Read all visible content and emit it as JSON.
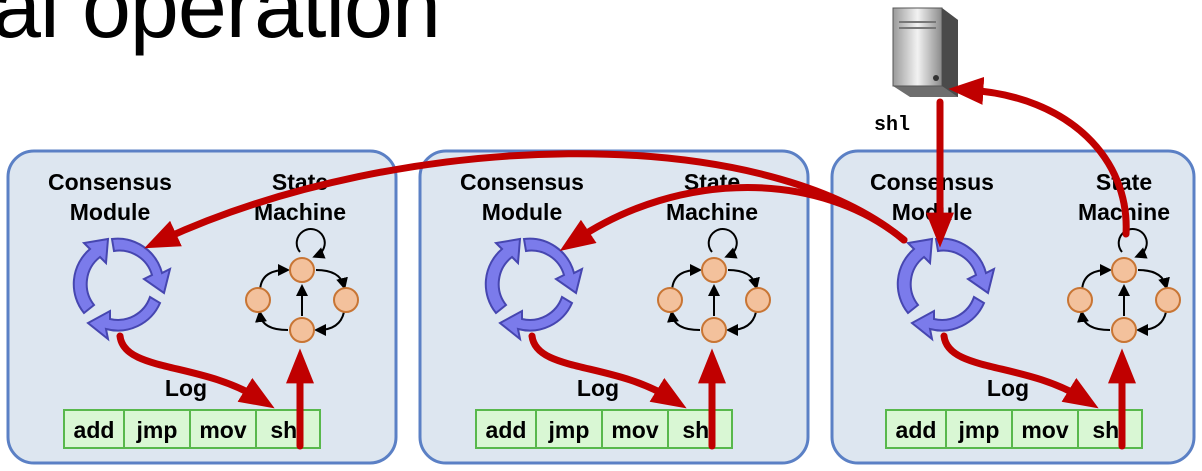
{
  "title": "al operation",
  "client": {
    "command_label": "shl"
  },
  "servers": [
    {
      "consensus_line1": "Consensus",
      "consensus_line2": "Module",
      "state_line1": "State",
      "state_line2": "Machine",
      "log_label": "Log",
      "log_entries": [
        "add",
        "jmp",
        "mov",
        "shl"
      ]
    },
    {
      "consensus_line1": "Consensus",
      "consensus_line2": "Module",
      "state_line1": "State",
      "state_line2": "Machine",
      "log_label": "Log",
      "log_entries": [
        "add",
        "jmp",
        "mov",
        "shl"
      ]
    },
    {
      "consensus_line1": "Consensus",
      "consensus_line2": "Module",
      "state_line1": "State",
      "state_line2": "Machine",
      "log_label": "Log",
      "log_entries": [
        "add",
        "jmp",
        "mov",
        "shl"
      ]
    }
  ],
  "colors": {
    "server_fill": "#DDE6F0",
    "server_border": "#5B80C5",
    "arrow": "#C00000",
    "consensus_icon": "#7B7BEB",
    "state_node": "#F3C19C",
    "log_cell": "#D9F7D4",
    "log_border": "#58B84C"
  }
}
